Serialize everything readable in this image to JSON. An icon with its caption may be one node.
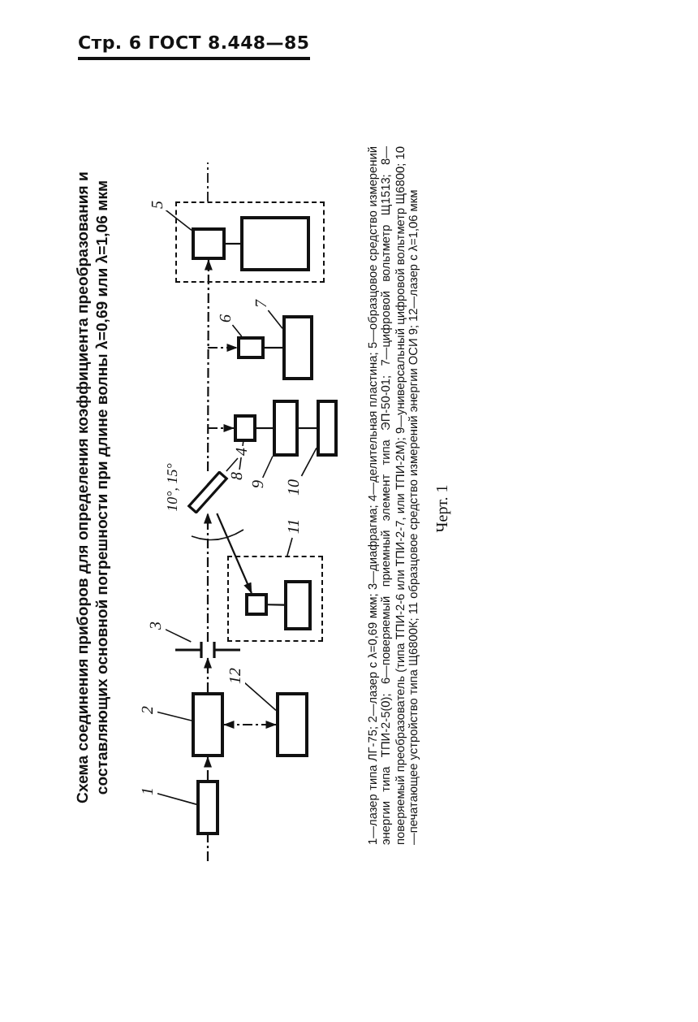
{
  "diagram": {
    "title": "Схема соединения приборов для определения коэффициента преобразования и составляющих основной погрешности при длине волны λ=0,69 или λ=1,06 мкм",
    "caption": "1—лазер типа ЛГ-75; 2—лазер с λ=0,69 мкм; 3—диафрагма; 4—делительная пластина; 5—образцовое средство измерений энергии типа ТПИ-2-5(0); 6—поверяемый приемный элемент типа ЭП-50-01; 7—цифровой вольтметр Щ1513; 8—поверяемый преобразователь (типа ТПИ-2-6 или ТПИ-2-7, или ТПИ-2М); 9—универсальный цифровой вольтметр Щ6800; 10—печатающее устройство типа Щ6800К; 11 образцовое средство измерений энергии ОСИ 9; 12—лазер с λ=1,06 мкм",
    "nodes": [
      {
        "text": [],
        "shape": "box"
      },
      {
        "text": [],
        "shape": "box"
      },
      {
        "text": [],
        "shape": "box"
      },
      {
        "text": [],
        "shape": "bar"
      },
      {
        "text": [],
        "shape": "bar"
      },
      {
        "text": [],
        "shape": "box"
      },
      {
        "text": [],
        "shape": "box",
        "in": 5
      },
      {
        "text": [],
        "shape": "box",
        "in": 5
      },
      {
        "text": [],
        "shape": "box"
      },
      {
        "text": [],
        "shape": "box"
      },
      {
        "text": [],
        "shape": "box"
      },
      {
        "text": [],
        "shape": "box"
      },
      {
        "text": [],
        "shape": "box"
      },
      {
        "text": [],
        "shape": "box"
      },
      {
        "text": [],
        "shape": "box",
        "in": 13
      },
      {
        "text": [],
        "shape": "box",
        "in": 13
      },
      {
        "text": [
          "1"
        ]
      },
      {
        "text": [
          "2"
        ]
      },
      {
        "text": [
          "12"
        ]
      },
      {
        "text": [
          "3"
        ]
      },
      {
        "text": [
          "4"
        ]
      },
      {
        "text": [
          "5"
        ]
      },
      {
        "text": [
          "6"
        ]
      },
      {
        "text": [
          "7"
        ]
      },
      {
        "text": [
          "8"
        ]
      },
      {
        "text": [
          "9"
        ]
      },
      {
        "text": [
          "10"
        ]
      },
      {
        "text": [
          "11"
        ]
      }
    ],
    "edges": [
      {
        "from": null,
        "to": 0,
        "arrow": "none",
        "style": "dashed"
      },
      {
        "from": 0,
        "to": 1,
        "arrow": "to",
        "style": "dashed"
      },
      {
        "from": 1,
        "to": 4,
        "arrow": "to",
        "style": "dashed"
      },
      {
        "from": 4,
        "to": 3,
        "arrow": "to",
        "style": "dashed"
      },
      {
        "from": 3,
        "to": 6,
        "arrow": "to",
        "style": "dashed"
      },
      {
        "from": 3,
        "to": 14,
        "arrow": "to"
      },
      {
        "from": null,
        "to": 8,
        "arrow": "to",
        "style": "dashed"
      },
      {
        "from": null,
        "to": 10,
        "arrow": "to",
        "style": "dashed"
      },
      {
        "from": 8,
        "to": 9,
        "arrow": "none"
      },
      {
        "from": 10,
        "to": 11,
        "arrow": "none"
      },
      {
        "from": 11,
        "to": 12,
        "arrow": "none"
      },
      {
        "from": 6,
        "to": 7,
        "arrow": "none"
      },
      {
        "from": 14,
        "to": 15,
        "arrow": "none"
      },
      {
        "from": 1,
        "to": 2,
        "arrow": "both",
        "style": "dashed"
      },
      {
        "from": 16,
        "to": 0,
        "arrow": "none"
      },
      {
        "from": 17,
        "to": 1,
        "arrow": "none"
      },
      {
        "from": 18,
        "to": 2,
        "arrow": "none"
      },
      {
        "from": 19,
        "to": 4,
        "arrow": "none"
      },
      {
        "from": 20,
        "to": 3,
        "arrow": "none"
      },
      {
        "from": 21,
        "to": 6,
        "arrow": "none"
      },
      {
        "from": 22,
        "to": 8,
        "arrow": "none"
      },
      {
        "from": 23,
        "to": 9,
        "arrow": "none"
      },
      {
        "from": 24,
        "to": 10,
        "arrow": "none"
      },
      {
        "from": 25,
        "to": 11,
        "arrow": "none"
      },
      {
        "from": 26,
        "to": 12,
        "arrow": "none"
      },
      {
        "from": 27,
        "to": 13,
        "arrow": "none"
      }
    ],
    "labels": [
      "Стр. 6 ГОСТ 8.448—85",
      "10°, 15°",
      "Черт. 1"
    ]
  }
}
